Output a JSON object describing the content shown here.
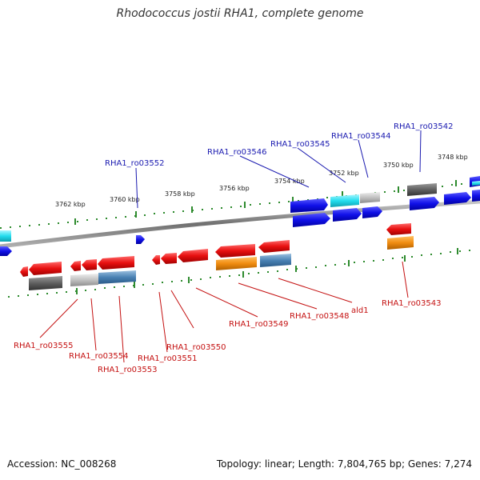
{
  "title": "Rhodococcus jostii RHA1, complete genome",
  "footer": {
    "accession": "Accession: NC_008268",
    "summary": "Topology: linear; Length: 7,804,765 bp; Genes: 7,274"
  },
  "axis_labels": [
    "3762 kbp",
    "3760 kbp",
    "3758 kbp",
    "3756 kbp",
    "3754 kbp",
    "3752 kbp",
    "3750 kbp",
    "3748 kbp"
  ],
  "forward_gene_labels": [
    "RHA1_ro03552",
    "RHA1_ro03546",
    "RHA1_ro03545",
    "RHA1_ro03544",
    "RHA1_ro03542"
  ],
  "reverse_gene_labels": [
    "RHA1_ro03555",
    "RHA1_ro03554",
    "RHA1_ro03553",
    "RHA1_ro03551",
    "RHA1_ro03550",
    "RHA1_ro03549",
    "RHA1_ro03548",
    "ald1",
    "RHA1_ro03543"
  ],
  "colors": {
    "forward_label": "#1a1ab0",
    "reverse_label": "#c41010",
    "forward_gene": "#1010e8",
    "reverse_gene": "#e81010",
    "tick": "#2e8b2e",
    "backbone": "#808080",
    "cog_cyan": "#22ddee",
    "cog_gray": "#c0c0c0",
    "cog_dark": "#606060",
    "cog_orange": "#f08c10",
    "cog_steel": "#4a82b4"
  }
}
